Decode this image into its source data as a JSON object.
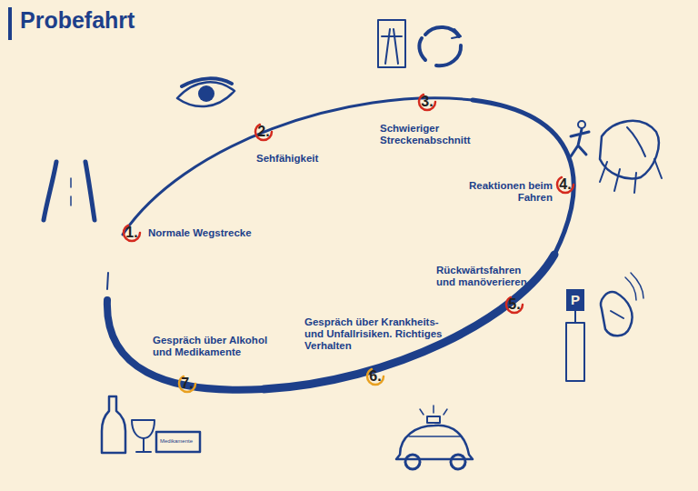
{
  "diagram": {
    "title": "Probefahrt",
    "labels": [
      "1.",
      "Normale Wegstrecke",
      "2.",
      "Sehfähigkeit",
      "3.",
      "Schwieriger Streckenabschnitt",
      "4.",
      "Reaktionen beim Fahren",
      "Rückwärtsfahren und manöverieren",
      "5.",
      "Gespräch über Krankheits- und Unfallrisiken. Richtiges Verhalten",
      "6.",
      "Gespräch über Alkohol und Medikamente",
      "7.",
      "Medikamente",
      "P"
    ]
  }
}
